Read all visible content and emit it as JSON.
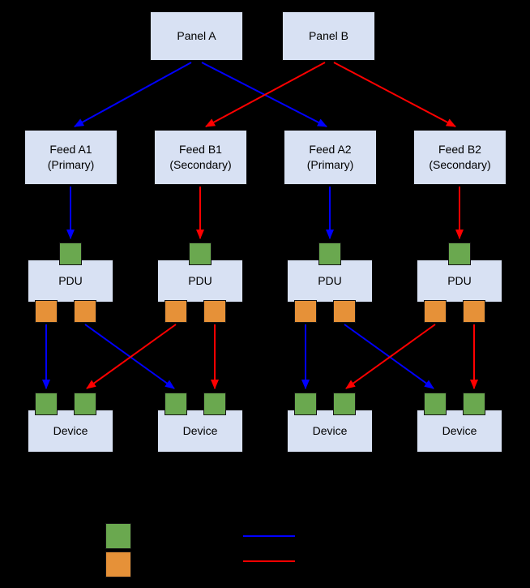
{
  "diagram": {
    "panels": [
      {
        "label": "Panel A"
      },
      {
        "label": "Panel B"
      }
    ],
    "feeds": [
      {
        "line1": "Feed A1",
        "line2": "(Primary)"
      },
      {
        "line1": "Feed B1",
        "line2": "(Secondary)"
      },
      {
        "line1": "Feed A2",
        "line2": "(Primary)"
      },
      {
        "line1": "Feed B2",
        "line2": "(Secondary)"
      }
    ],
    "pdus": [
      {
        "label": "PDU"
      },
      {
        "label": "PDU"
      },
      {
        "label": "PDU"
      },
      {
        "label": "PDU"
      }
    ],
    "devices": [
      {
        "label": "Device"
      },
      {
        "label": "Device"
      },
      {
        "label": "Device"
      },
      {
        "label": "Device"
      }
    ]
  },
  "colors": {
    "background": "#000000",
    "node_fill": "#d8e1f3",
    "node_text": "#000000",
    "input_port_green": "#6aa84f",
    "output_port_orange": "#e69138",
    "primary_arrow_blue": "#0000ff",
    "secondary_arrow_red": "#ff0000"
  },
  "legend": {
    "green_swatch_color": "#6aa84f",
    "orange_swatch_color": "#e69138",
    "blue_line_color": "#0000ff",
    "red_line_color": "#ff0000"
  }
}
